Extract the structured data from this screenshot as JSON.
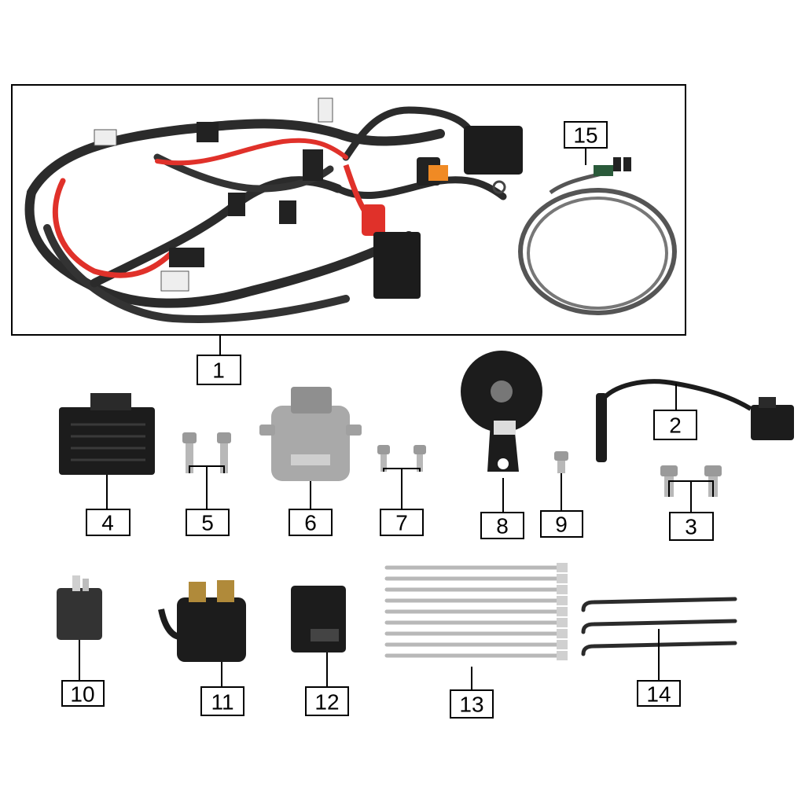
{
  "diagram": {
    "type": "exploded-parts-diagram",
    "callouts": [
      {
        "id": "1",
        "label": "1",
        "part": "wiring-harness"
      },
      {
        "id": "2",
        "label": "2",
        "part": "ignition-coil"
      },
      {
        "id": "3",
        "label": "3",
        "part": "bolt-pair"
      },
      {
        "id": "4",
        "label": "4",
        "part": "regulator-rectifier"
      },
      {
        "id": "5",
        "label": "5",
        "part": "bolt-pair"
      },
      {
        "id": "6",
        "label": "6",
        "part": "ecu-module"
      },
      {
        "id": "7",
        "label": "7",
        "part": "bolt-pair"
      },
      {
        "id": "8",
        "label": "8",
        "part": "horn"
      },
      {
        "id": "9",
        "label": "9",
        "part": "bolt"
      },
      {
        "id": "10",
        "label": "10",
        "part": "flasher-relay"
      },
      {
        "id": "11",
        "label": "11",
        "part": "starter-relay"
      },
      {
        "id": "12",
        "label": "12",
        "part": "relay-module"
      },
      {
        "id": "13",
        "label": "13",
        "part": "cable-ties"
      },
      {
        "id": "14",
        "label": "14",
        "part": "clamp-ties"
      },
      {
        "id": "15",
        "label": "15",
        "part": "sub-harness"
      }
    ]
  },
  "colors": {
    "harness": "#2b2b2b",
    "red_cable": "#e0312a",
    "metal": "#b8b8b8",
    "module_grey": "#a9a9a9",
    "plastic_black": "#1c1c1c"
  }
}
